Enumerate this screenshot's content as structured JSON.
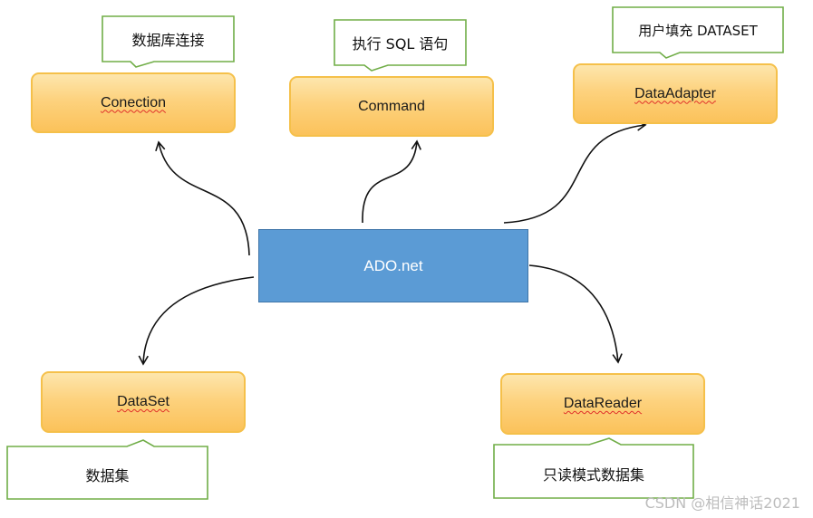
{
  "center": {
    "label": "ADO.net"
  },
  "nodes": {
    "connection": {
      "label": "Conection"
    },
    "command": {
      "label": "Command"
    },
    "data_adapter": {
      "label": "DataAdapter"
    },
    "dataset": {
      "label": "DataSet"
    },
    "data_reader": {
      "label": "DataReader"
    }
  },
  "callouts": {
    "connection": "数据库连接",
    "command": "执行 SQL 语句",
    "data_adapter": "用户填充 DATASET",
    "dataset": "数据集",
    "data_reader": "只读模式数据集"
  },
  "colors": {
    "node_fill": "#fdd27e",
    "node_border": "#f5c04a",
    "center_fill": "#5b9bd5",
    "callout_border": "#70ad47",
    "arrow": "#111111"
  },
  "watermark": "CSDN @相信神话2021"
}
